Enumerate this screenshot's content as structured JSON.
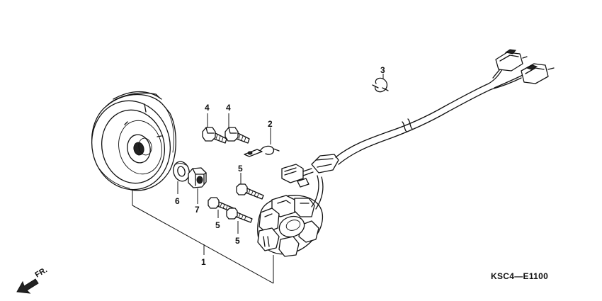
{
  "callouts": {
    "c1": "1",
    "c2": "2",
    "c3": "3",
    "c4a": "4",
    "c4b": "4",
    "c5a": "5",
    "c5b": "5",
    "c5c": "5",
    "c6": "6",
    "c7": "7"
  },
  "diagram_code": "KSC4—E1100",
  "direction_label": "FR.",
  "icons": {
    "direction": "front-direction-arrow-icon"
  }
}
